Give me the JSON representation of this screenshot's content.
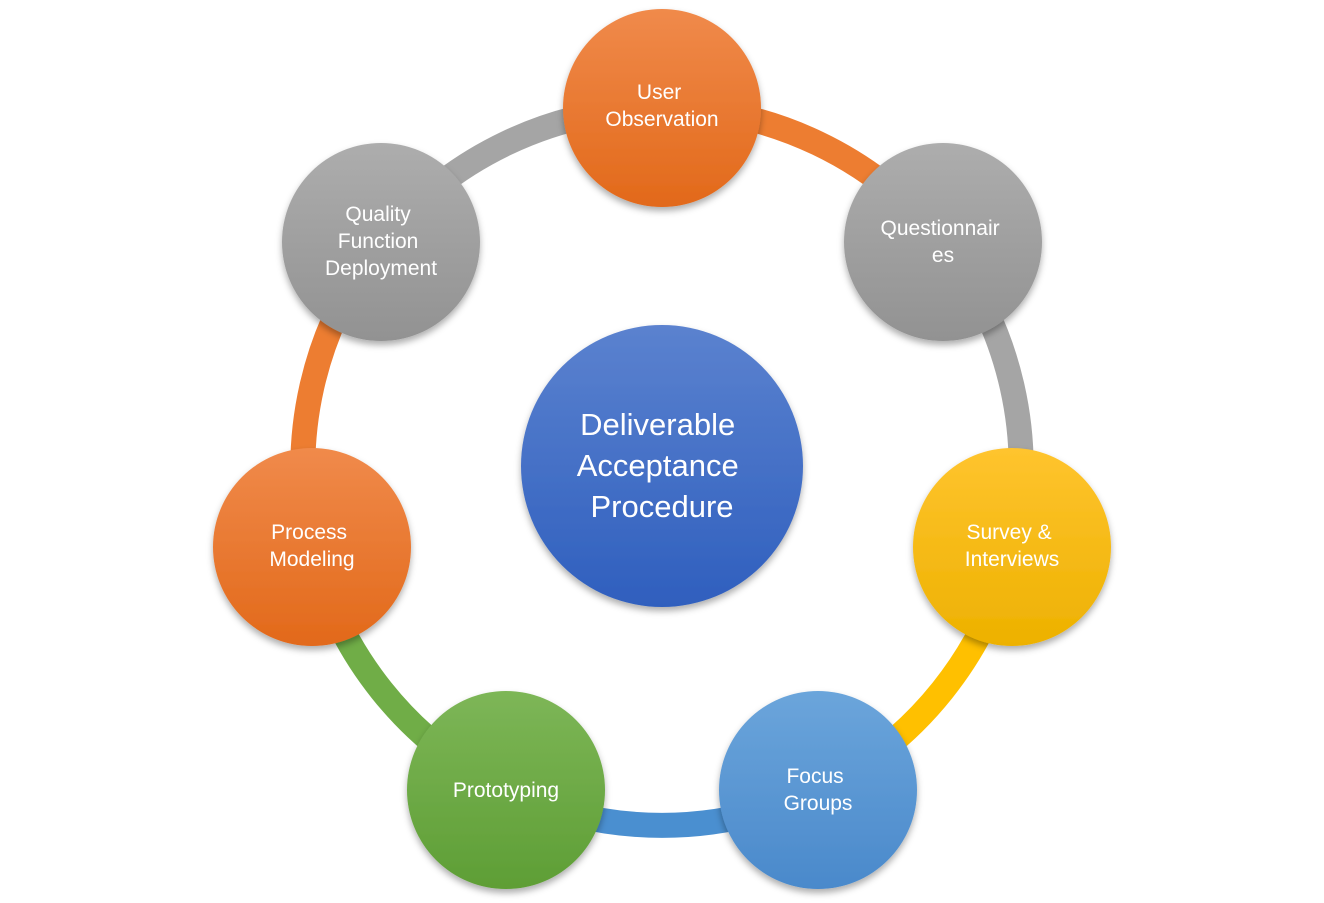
{
  "center": {
    "lines": [
      "Deliverable",
      "Acceptance",
      "Procedure"
    ],
    "color": "#4472C4"
  },
  "nodes": [
    {
      "id": "user-observation",
      "lines": [
        "User",
        "Observation"
      ],
      "color": "#ED7D31"
    },
    {
      "id": "questionnaires",
      "lines": [
        "Questionnair",
        "es"
      ],
      "color": "#A5A5A5"
    },
    {
      "id": "survey-interviews",
      "lines": [
        "Survey &",
        "Interviews"
      ],
      "color": "#FFC000"
    },
    {
      "id": "focus-groups",
      "lines": [
        "Focus",
        "Groups"
      ],
      "color": "#5B9BD5"
    },
    {
      "id": "prototyping",
      "lines": [
        "Prototyping"
      ],
      "color": "#70AD47"
    },
    {
      "id": "process-modeling",
      "lines": [
        "Process",
        "Modeling"
      ],
      "color": "#ED7D31"
    },
    {
      "id": "quality-function-deployment",
      "lines": [
        "Quality",
        "Function",
        "Deployment"
      ],
      "color": "#A5A5A5"
    }
  ]
}
